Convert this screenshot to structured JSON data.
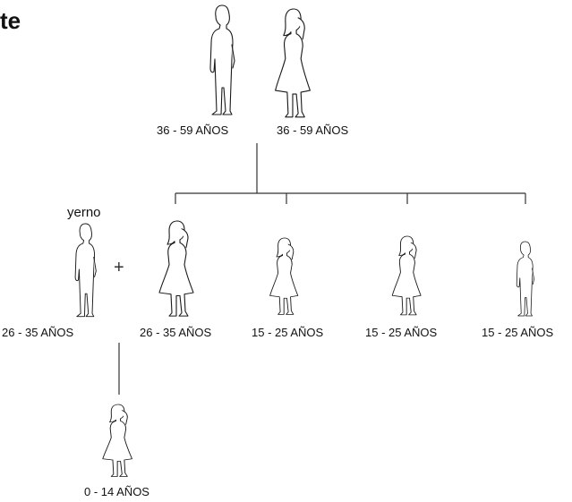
{
  "title_fragment": "te",
  "labels": {
    "grandfather": "36 - 59 AÑOS",
    "grandmother": "36 - 59 AÑOS",
    "yerno_tag": "yerno",
    "son_in_law": "26 - 35 AÑOS",
    "plus_sign": "+",
    "daughter_1": "26 - 35 AÑOS",
    "daughter_2": "15 - 25  AÑOS",
    "daughter_3": "15 - 25  AÑOS",
    "son": "15 - 25  AÑOS",
    "grandchild": "0 - 14 AÑOS"
  }
}
